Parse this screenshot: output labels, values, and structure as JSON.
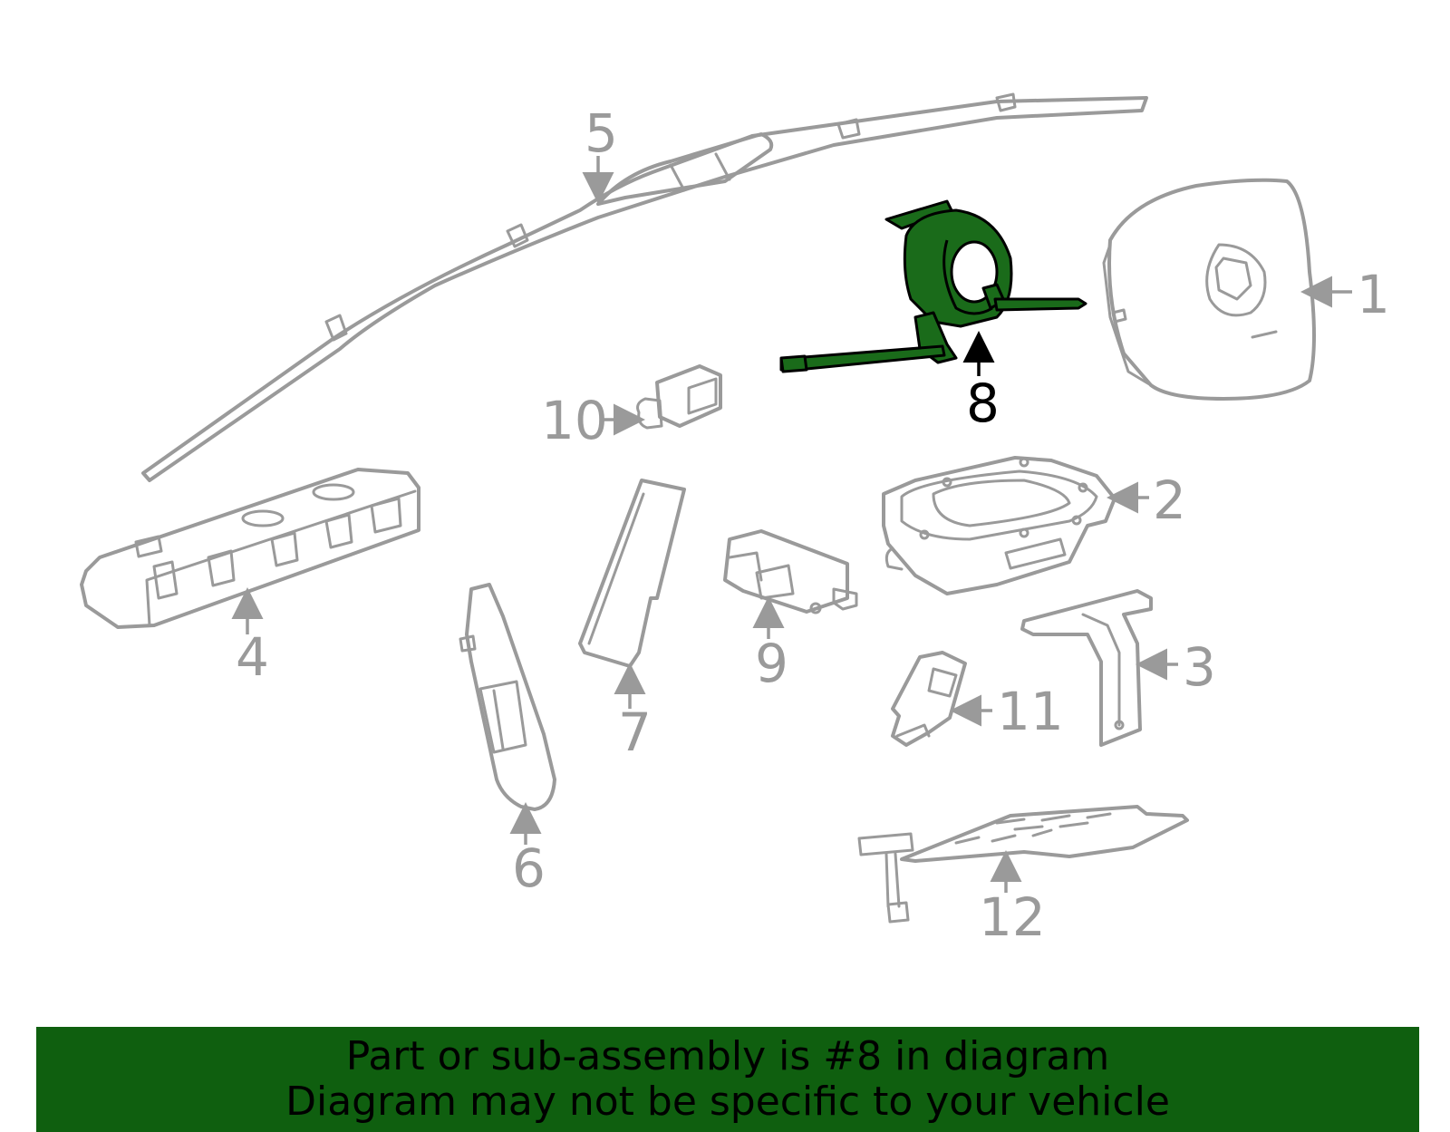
{
  "diagram": {
    "highlight_part": "8",
    "highlight_color": "#1a6b1a",
    "part_color": "#9a9a9a",
    "callouts": [
      {
        "id": "1",
        "label": "1"
      },
      {
        "id": "2",
        "label": "2"
      },
      {
        "id": "3",
        "label": "3"
      },
      {
        "id": "4",
        "label": "4"
      },
      {
        "id": "5",
        "label": "5"
      },
      {
        "id": "6",
        "label": "6"
      },
      {
        "id": "7",
        "label": "7"
      },
      {
        "id": "8",
        "label": "8"
      },
      {
        "id": "9",
        "label": "9"
      },
      {
        "id": "10",
        "label": "10"
      },
      {
        "id": "11",
        "label": "11"
      },
      {
        "id": "12",
        "label": "12"
      }
    ]
  },
  "banner": {
    "line1": "Part or sub-assembly is #8 in diagram",
    "line2": "Diagram may not be specific to your vehicle",
    "background": "#0f5f0f"
  }
}
